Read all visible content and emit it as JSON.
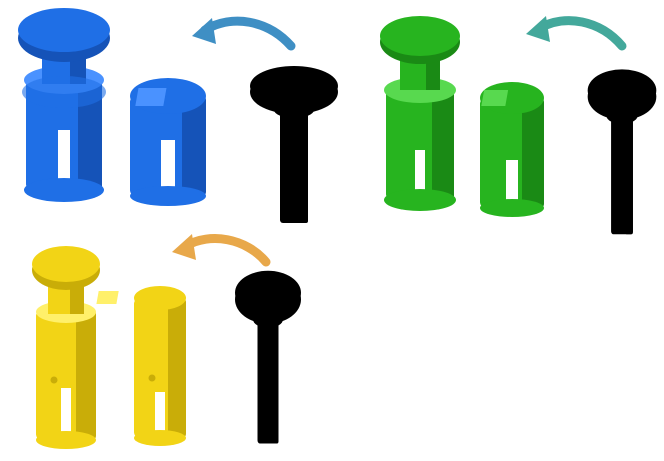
{
  "illustration": {
    "description_free": true,
    "sets": [
      {
        "name": "blue-set",
        "part_color": "#1f6fe6",
        "part_shade": "#1553b8",
        "part_highlight": "#4a92ff",
        "arrow_color": "#3f8fc4",
        "parts": [
          "assembled-pin",
          "sleeve",
          "plunger"
        ]
      },
      {
        "name": "green-set",
        "part_color": "#27b41f",
        "part_shade": "#1a8a15",
        "part_highlight": "#58d94f",
        "arrow_color": "#43a89b",
        "parts": [
          "assembled-pin",
          "sleeve",
          "plunger"
        ]
      },
      {
        "name": "yellow-set",
        "part_color": "#f2d416",
        "part_shade": "#c9ad08",
        "part_highlight": "#fff06a",
        "arrow_color": "#e8a84a",
        "parts": [
          "assembled-pin",
          "sleeve",
          "plunger"
        ]
      }
    ],
    "icons": [
      "curved-arrow-left-icon"
    ]
  }
}
